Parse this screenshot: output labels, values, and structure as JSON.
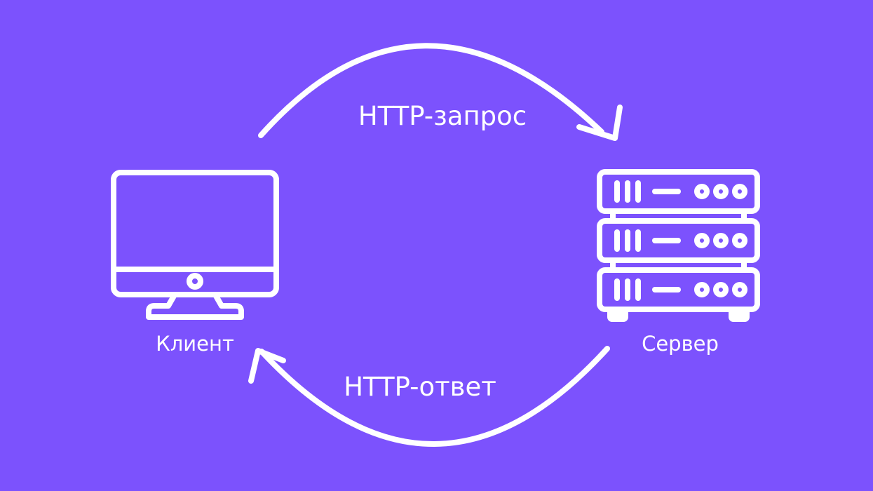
{
  "diagram": {
    "background_color": "#7C52FD",
    "foreground_color": "#FFFFFF",
    "arrows": {
      "request": {
        "label": "HTTP-запрос",
        "direction": "client-to-server"
      },
      "response": {
        "label": "HTTP-ответ",
        "direction": "server-to-client"
      }
    },
    "nodes": {
      "client": {
        "label": "Клиент",
        "icon": "monitor-icon"
      },
      "server": {
        "label": "Сервер",
        "icon": "server-rack-icon"
      }
    }
  }
}
